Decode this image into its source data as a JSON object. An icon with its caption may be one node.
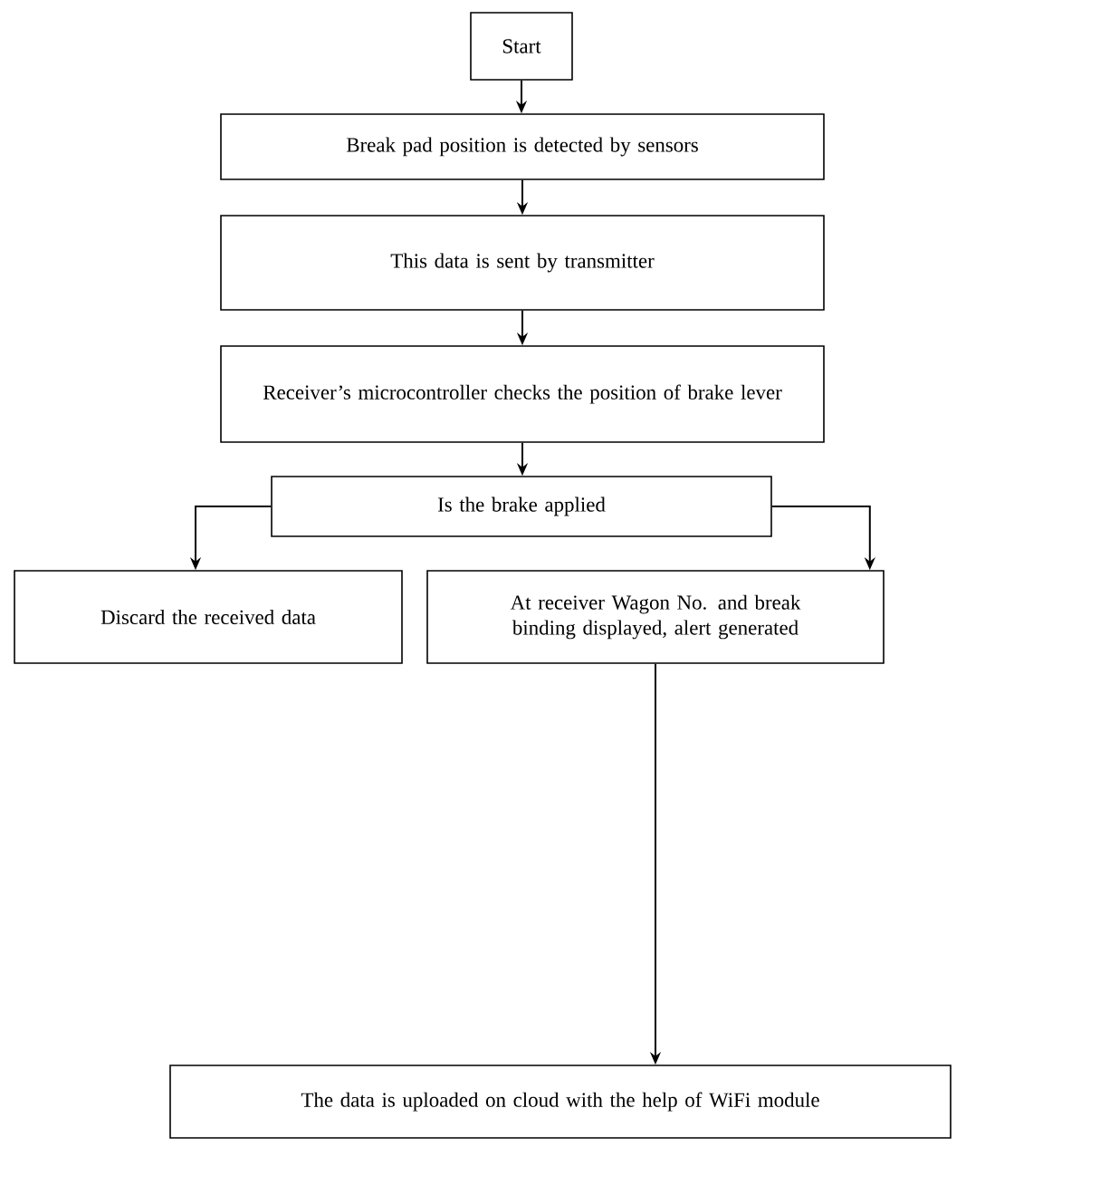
{
  "diagram": {
    "nodes": [
      {
        "text": [
          "Start"
        ]
      },
      {
        "text": [
          "Break pad position is detected by sensors"
        ]
      },
      {
        "text": [
          "This data is sent by transmitter"
        ]
      },
      {
        "text": [
          "Receiver’s microcontroller checks the position of brake lever"
        ]
      },
      {
        "text": [
          "Is the brake applied"
        ]
      },
      {
        "text": [
          "Discard the received data"
        ]
      },
      {
        "text": [
          "At receiver Wagon No. and break binding displayed, alert generated"
        ]
      },
      {
        "text": [
          "The data is uploaded on cloud with the help of WiFi module"
        ]
      }
    ],
    "edges": [
      {
        "from": 0,
        "to": 1,
        "arrow": "to"
      },
      {
        "from": 1,
        "to": 2,
        "arrow": "to"
      },
      {
        "from": 2,
        "to": 3,
        "arrow": "to"
      },
      {
        "from": 3,
        "to": 4,
        "arrow": "to"
      },
      {
        "from": 4,
        "to": 5,
        "arrow": "to"
      },
      {
        "from": 4,
        "to": 6,
        "arrow": "to"
      },
      {
        "from": 6,
        "to": 7,
        "arrow": "to"
      }
    ]
  }
}
